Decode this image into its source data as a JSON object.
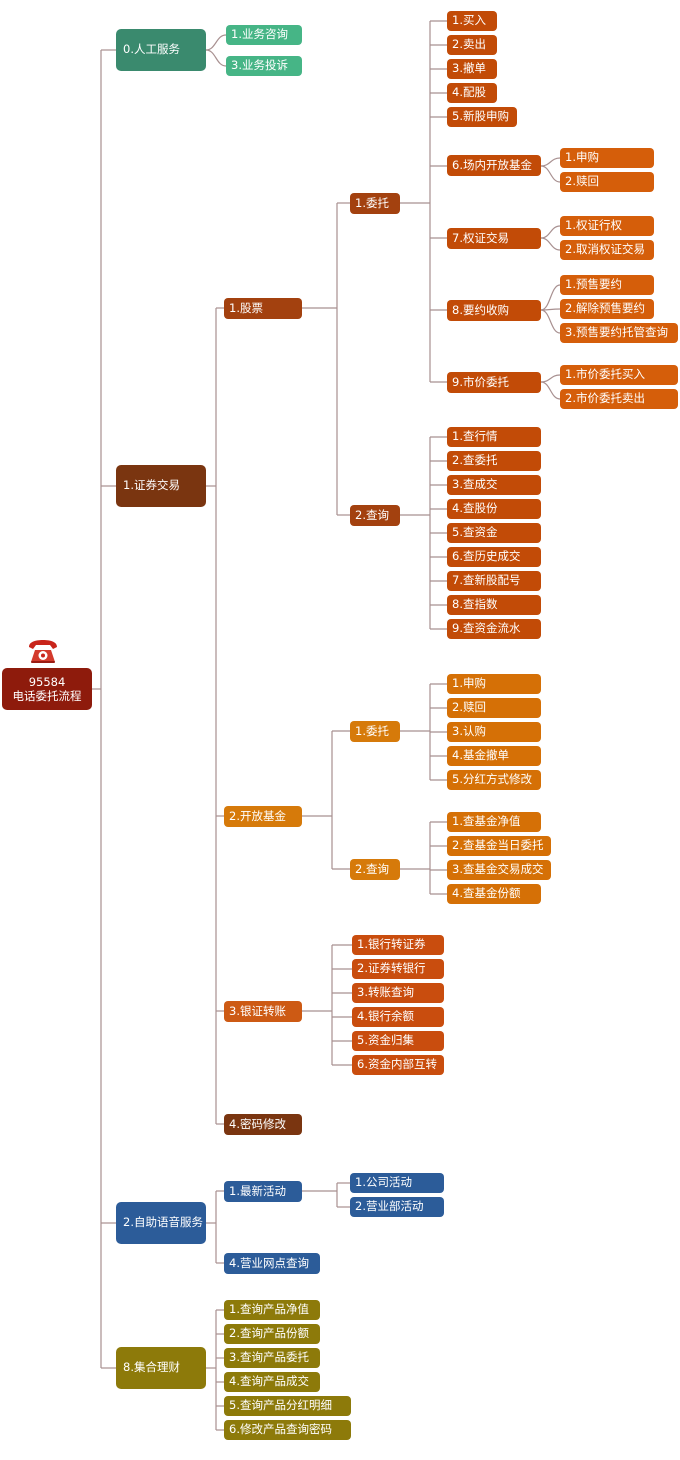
{
  "title": {
    "line1": "95584",
    "line2": "电话委托流程"
  },
  "icon": "telephone-icon",
  "colors": {
    "line": "#a89090",
    "root": "#8e1b0c",
    "service": "#3a8a6e",
    "service_leaf": "#46b586",
    "trade": "#7a3510",
    "stock": "#a3410f",
    "stock_leaf": "#c24b07",
    "stock_sub": "#d55e0a",
    "fund": "#d67a0a",
    "fund_leaf": "#d57006",
    "transfer": "#cd5a14",
    "transfer_leaf": "#c94d0e",
    "voice": "#2c5c99",
    "wealth": "#8d7a0a"
  },
  "tree": {
    "human_service": {
      "label": "0.人工服务",
      "children": [
        "1.业务咨询",
        "3.业务投诉"
      ]
    },
    "securities_trading": {
      "label": "1.证券交易",
      "stock": {
        "label": "1.股票",
        "order": {
          "label": "1.委托",
          "items": [
            "1.买入",
            "2.卖出",
            "3.撤单",
            "4.配股",
            "5.新股申购",
            "6.场内开放基金",
            "7.权证交易",
            "8.要约收购",
            "9.市价委托"
          ],
          "fund_sub": [
            "1.申购",
            "2.赎回"
          ],
          "warrant_sub": [
            "1.权证行权",
            "2.取消权证交易"
          ],
          "tender_sub": [
            "1.预售要约",
            "2.解除预售要约",
            "3.预售要约托管查询"
          ],
          "market_sub": [
            "1.市价委托买入",
            "2.市价委托卖出"
          ]
        },
        "query": {
          "label": "2.查询",
          "items": [
            "1.查行情",
            "2.查委托",
            "3.查成交",
            "4.查股份",
            "5.查资金",
            "6.查历史成交",
            "7.查新股配号",
            "8.查指数",
            "9.查资金流水"
          ]
        }
      },
      "open_fund": {
        "label": "2.开放基金",
        "order": {
          "label": "1.委托",
          "items": [
            "1.申购",
            "2.赎回",
            "3.认购",
            "4.基金撤单",
            "5.分红方式修改"
          ]
        },
        "query": {
          "label": "2.查询",
          "items": [
            "1.查基金净值",
            "2.查基金当日委托",
            "3.查基金交易成交",
            "4.查基金份额"
          ]
        }
      },
      "bank_transfer": {
        "label": "3.银证转账",
        "items": [
          "1.银行转证券",
          "2.证券转银行",
          "3.转账查询",
          "4.银行余额",
          "5.资金归集",
          "6.资金内部互转"
        ]
      },
      "password": {
        "label": "4.密码修改"
      }
    },
    "self_voice": {
      "label": "2.自助语音服务",
      "latest": {
        "label": "1.最新活动",
        "items": [
          "1.公司活动",
          "2.营业部活动"
        ]
      },
      "branch": {
        "label": "4.营业网点查询"
      }
    },
    "wealth": {
      "label": "8.集合理财",
      "items": [
        "1.查询产品净值",
        "2.查询产品份额",
        "3.查询产品委托",
        "4.查询产品成交",
        "5.查询产品分红明细",
        "6.修改产品查询密码"
      ]
    }
  }
}
